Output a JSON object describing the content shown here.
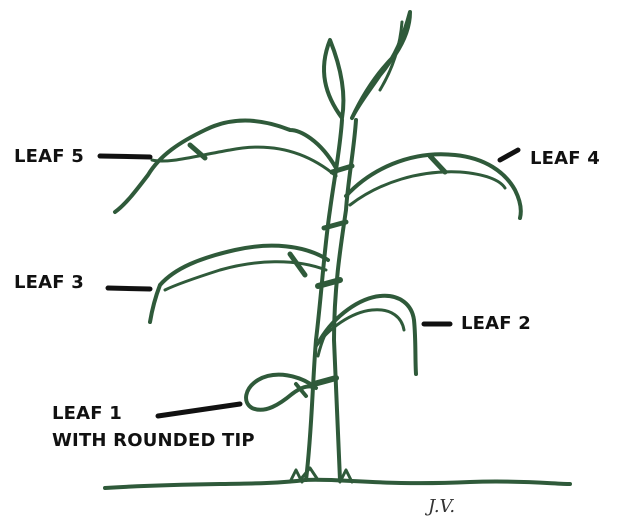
{
  "labels": {
    "leaf5": "LEAF 5",
    "leaf4": "LEAF 4",
    "leaf3": "LEAF 3",
    "leaf2": "LEAF 2",
    "leaf1": "LEAF 1",
    "leaf1_note": "WITH ROUNDED TIP"
  },
  "signature": "J.V.",
  "colors": {
    "plant": "#2f5a3a",
    "leader": "#111111",
    "ground": "#2f5a3a"
  }
}
